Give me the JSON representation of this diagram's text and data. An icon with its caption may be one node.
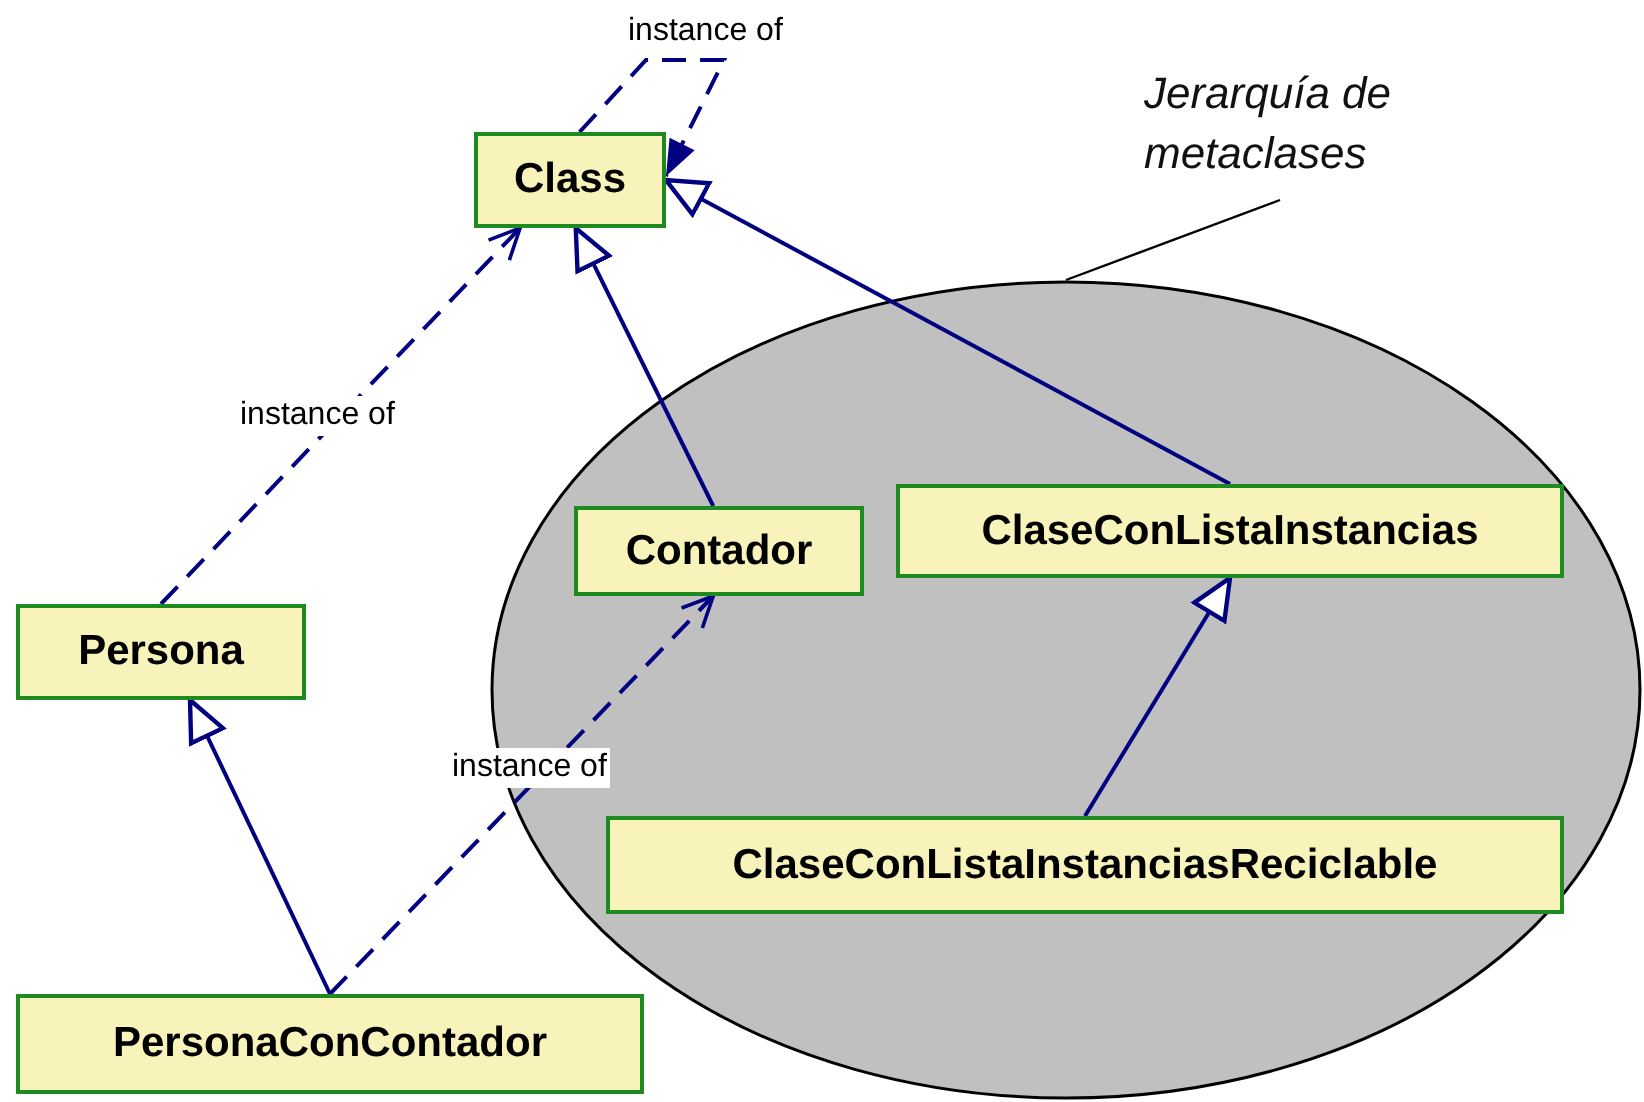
{
  "diagram": {
    "nodes": [
      {
        "text": [
          "Class"
        ]
      },
      {
        "text": [],
        "shape": "ellipse"
      },
      {
        "text": [
          "Contador"
        ],
        "in": 1
      },
      {
        "text": [
          "ClaseConListaInstancias"
        ],
        "in": 1
      },
      {
        "text": [
          "ClaseConListaInstanciasReciclable"
        ],
        "in": 1
      },
      {
        "text": [
          "Persona"
        ]
      },
      {
        "text": [
          "PersonaConContador"
        ]
      },
      {
        "text": [
          "Jerarquía de metaclases"
        ]
      }
    ],
    "edges": [
      {
        "from": 0,
        "to": 0,
        "arrow": "to",
        "label": "instance of",
        "style": "dashed"
      },
      {
        "from": 5,
        "to": 0,
        "arrow": "to",
        "label": "instance of",
        "style": "dashed"
      },
      {
        "from": 2,
        "to": 0,
        "arrow": "to"
      },
      {
        "from": 3,
        "to": 0,
        "arrow": "to"
      },
      {
        "from": 4,
        "to": 3,
        "arrow": "to"
      },
      {
        "from": 6,
        "to": 5,
        "arrow": "to"
      },
      {
        "from": 6,
        "to": 2,
        "arrow": "to",
        "label": "instance of",
        "style": "dashed"
      },
      {
        "from": 7,
        "to": 1,
        "arrow": "none",
        "color": "#000000"
      }
    ]
  }
}
